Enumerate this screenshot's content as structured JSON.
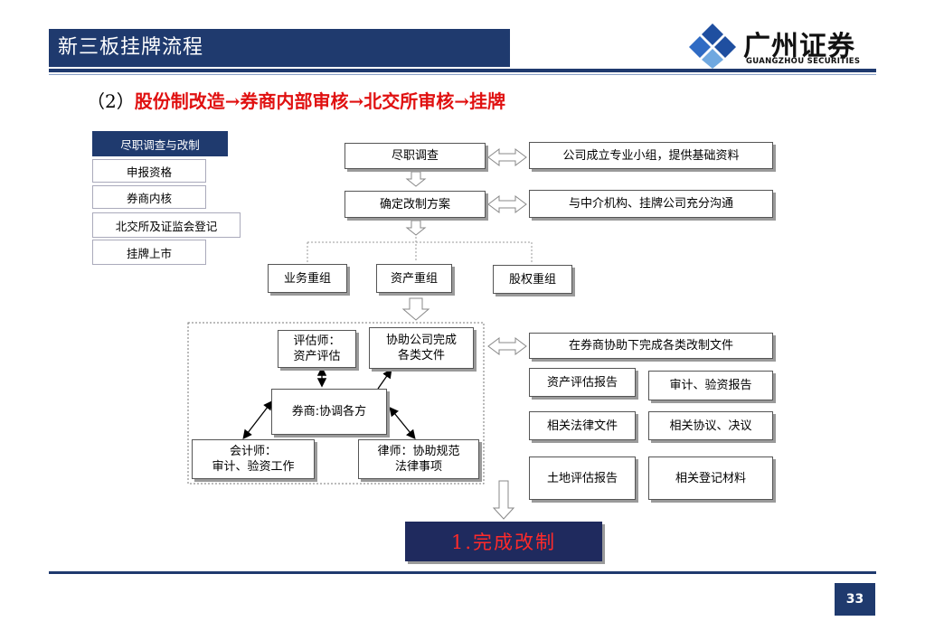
{
  "header": {
    "title": "新三板挂牌流程",
    "logo_cn": "广州证券",
    "logo_en": "GUANGZHOU SECURITIES"
  },
  "subtitle": {
    "number": "（2）",
    "process": "股份制改造→券商内部审核→北交所审核→挂牌"
  },
  "menu": {
    "items": [
      "尽职调查与改制",
      "申报资格",
      "券商内核",
      "北交所及证监会登记",
      "挂牌上市"
    ],
    "active_index": 0
  },
  "flow": {
    "step1": "尽职调查",
    "step1_note": "公司成立专业小组，提供基础资料",
    "step2": "确定改制方案",
    "step2_note": "与中介机构、挂牌公司充分沟通",
    "reorg": [
      "业务重组",
      "资产重组",
      "股权重组"
    ],
    "appraiser": [
      "评估师：",
      "资产评估"
    ],
    "assist_docs": [
      "协助公司完成",
      "各类文件"
    ],
    "broker": "券商:协调各方",
    "accountant": [
      "会计师：",
      "审计、验资工作"
    ],
    "lawyer": [
      "律师：协助规范",
      "法律事项"
    ],
    "docs_title": "在券商协助下完成各类改制文件",
    "docs": [
      "资产评估报告",
      "审计、验资报告",
      "相关法律文件",
      "相关协议、决议",
      "土地评估报告",
      "相关登记材料"
    ],
    "final": "1.完成改制"
  },
  "page_number": "33",
  "colors": {
    "navy": "#1f3a6e",
    "red": "#e01010"
  }
}
